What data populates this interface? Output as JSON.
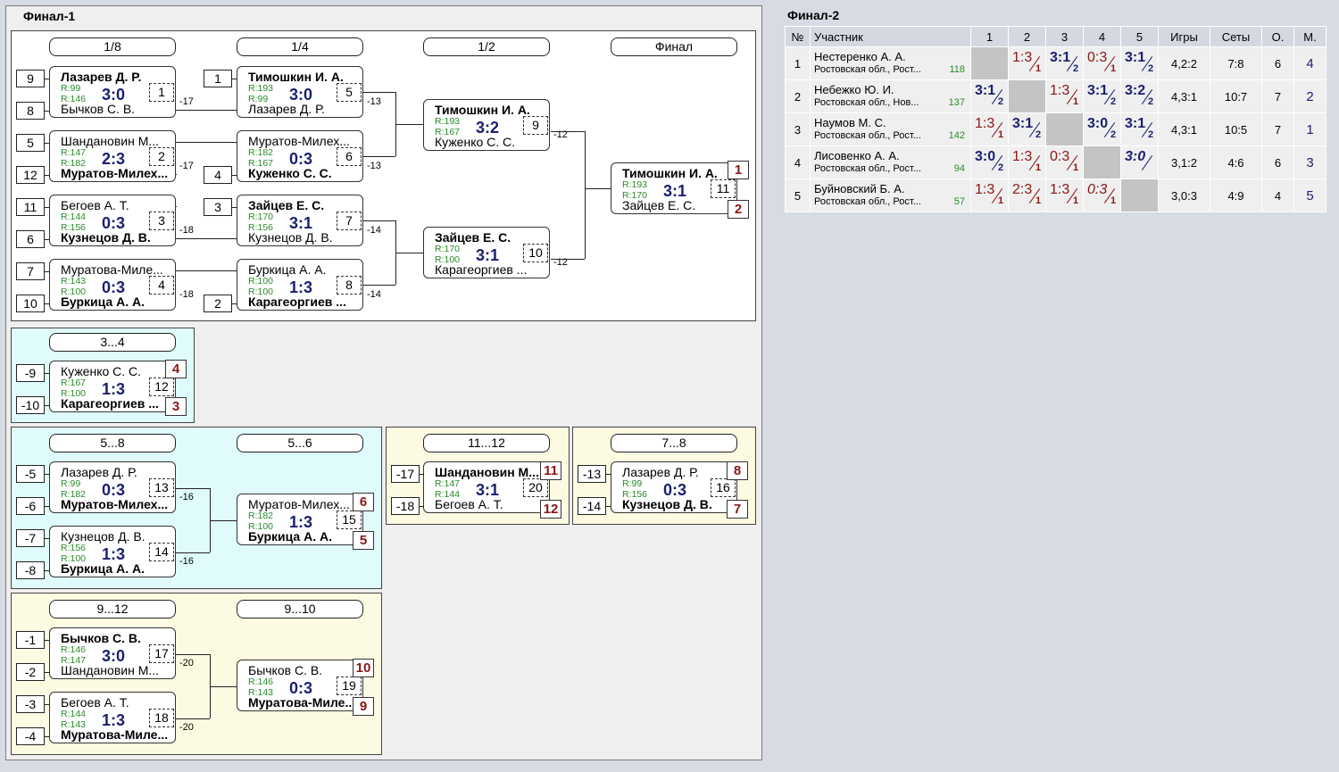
{
  "final1": {
    "title": "Финал-1",
    "rounds": [
      "1/8",
      "1/4",
      "1/2",
      "Финал"
    ],
    "round34": "3...4",
    "round58": "5...8",
    "round56": "5...6",
    "round1112": "11...12",
    "round78": "7...8",
    "round912": "9...12",
    "round910": "9...10",
    "seeds": [
      "9",
      "8",
      "5",
      "12",
      "11",
      "6",
      "7",
      "10",
      "1",
      "4",
      "3",
      "2",
      "-9",
      "-10",
      "-5",
      "-6",
      "-7",
      "-8",
      "-17",
      "-18",
      "-13",
      "-14",
      "-1",
      "-2",
      "-3",
      "-4"
    ],
    "matches": [
      {
        "p1": "Лазарев Д. Р.",
        "p2": "Бычков С. В.",
        "r1": "R:99",
        "r2": "R:146",
        "score": "3:0",
        "no": "1",
        "lose": "-17",
        "win": 1
      },
      {
        "p1": "Шандановин М...",
        "p2": "Муратов-Милех...",
        "r1": "R:147",
        "r2": "R:182",
        "score": "2:3",
        "no": "2",
        "lose": "-17",
        "win": 2
      },
      {
        "p1": "Бегоев А. Т.",
        "p2": "Кузнецов Д. В.",
        "r1": "R:144",
        "r2": "R:156",
        "score": "0:3",
        "no": "3",
        "lose": "-18",
        "win": 2
      },
      {
        "p1": "Муратова-Миле...",
        "p2": "Буркица А. А.",
        "r1": "R:143",
        "r2": "R:100",
        "score": "0:3",
        "no": "4",
        "lose": "-18",
        "win": 2
      },
      {
        "p1": "Тимошкин И. А.",
        "p2": "Лазарев Д. Р.",
        "r1": "R:193",
        "r2": "R:99",
        "score": "3:0",
        "no": "5",
        "lose": "-13",
        "win": 1
      },
      {
        "p1": "Муратов-Милех...",
        "p2": "Куженко С. С.",
        "r1": "R:182",
        "r2": "R:167",
        "score": "0:3",
        "no": "6",
        "lose": "-13",
        "win": 2
      },
      {
        "p1": "Зайцев Е. С.",
        "p2": "Кузнецов Д. В.",
        "r1": "R:170",
        "r2": "R:156",
        "score": "3:1",
        "no": "7",
        "lose": "-14",
        "win": 1
      },
      {
        "p1": "Буркица А. А.",
        "p2": "Карагеоргиев ...",
        "r1": "R:100",
        "r2": "R:100",
        "score": "1:3",
        "no": "8",
        "lose": "-14",
        "win": 2
      },
      {
        "p1": "Тимошкин И. А.",
        "p2": "Куженко С. С.",
        "r1": "R:193",
        "r2": "R:167",
        "score": "3:2",
        "no": "9",
        "lose": "-12",
        "win": 1
      },
      {
        "p1": "Зайцев Е. С.",
        "p2": "Карагеоргиев ...",
        "r1": "R:170",
        "r2": "R:100",
        "score": "3:1",
        "no": "10",
        "lose": "-12",
        "win": 1
      },
      {
        "p1": "Тимошкин И. А.",
        "p2": "Зайцев Е. С.",
        "r1": "R:193",
        "r2": "R:170",
        "score": "3:1",
        "no": "11",
        "win": 1
      },
      {
        "p1": "Куженко С. С.",
        "p2": "Карагеоргиев ...",
        "r1": "R:167",
        "r2": "R:100",
        "score": "1:3",
        "no": "12",
        "win": 2
      },
      {
        "p1": "Лазарев Д. Р.",
        "p2": "Муратов-Милех...",
        "r1": "R:99",
        "r2": "R:182",
        "score": "0:3",
        "no": "13",
        "lose": "-16",
        "win": 2
      },
      {
        "p1": "Кузнецов Д. В.",
        "p2": "Буркица А. А.",
        "r1": "R:156",
        "r2": "R:100",
        "score": "1:3",
        "no": "14",
        "lose": "-16",
        "win": 2
      },
      {
        "p1": "Муратов-Милех...",
        "p2": "Буркица А. А.",
        "r1": "R:182",
        "r2": "R:100",
        "score": "1:3",
        "no": "15",
        "win": 2
      },
      {
        "p1": "Шандановин М...",
        "p2": "Бегоев А. Т.",
        "r1": "R:147",
        "r2": "R:144",
        "score": "3:1",
        "no": "20",
        "win": 1
      },
      {
        "p1": "Лазарев Д. Р.",
        "p2": "Кузнецов Д. В.",
        "r1": "R:99",
        "r2": "R:156",
        "score": "0:3",
        "no": "16",
        "win": 2
      },
      {
        "p1": "Бычков С. В.",
        "p2": "Шандановин М...",
        "r1": "R:146",
        "r2": "R:147",
        "score": "3:0",
        "no": "17",
        "lose": "-20",
        "win": 1
      },
      {
        "p1": "Бегоев А. Т.",
        "p2": "Муратова-Миле...",
        "r1": "R:144",
        "r2": "R:143",
        "score": "1:3",
        "no": "18",
        "lose": "-20",
        "win": 2
      },
      {
        "p1": "Бычков С. В.",
        "p2": "Муратова-Миле...",
        "r1": "R:146",
        "r2": "R:143",
        "score": "0:3",
        "no": "19",
        "win": 2
      }
    ],
    "ranks": [
      "1",
      "2",
      "4",
      "3",
      "6",
      "5",
      "11",
      "12",
      "8",
      "7",
      "10",
      "9"
    ]
  },
  "final2": {
    "title": "Финал-2",
    "headers": [
      "№",
      "Участник",
      "1",
      "2",
      "3",
      "4",
      "5",
      "Игры",
      "Сеты",
      "О.",
      "М."
    ],
    "rows": [
      {
        "no": "1",
        "name": "Нестеренко А. А.",
        "region": "Ростовская обл., Рост...",
        "rating": "118",
        "cells": [
          null,
          {
            "s": "1:3",
            "w": "1",
            "t": "los"
          },
          {
            "s": "3:1",
            "w": "2",
            "t": "win"
          },
          {
            "s": "0:3",
            "w": "1",
            "t": "los"
          },
          {
            "s": "3:1",
            "w": "2",
            "t": "win"
          }
        ],
        "games": "4,2:2",
        "sets": "7:8",
        "pts": "6",
        "place": "4"
      },
      {
        "no": "2",
        "name": "Небежко Ю. И.",
        "region": "Ростовская обл., Нов...",
        "rating": "137",
        "cells": [
          {
            "s": "3:1",
            "w": "2",
            "t": "win"
          },
          null,
          {
            "s": "1:3",
            "w": "1",
            "t": "los"
          },
          {
            "s": "3:1",
            "w": "2",
            "t": "win"
          },
          {
            "s": "3:2",
            "w": "2",
            "t": "win"
          }
        ],
        "games": "4,3:1",
        "sets": "10:7",
        "pts": "7",
        "place": "2"
      },
      {
        "no": "3",
        "name": "Наумов М. С.",
        "region": "Ростовская обл., Рост...",
        "rating": "142",
        "cells": [
          {
            "s": "1:3",
            "w": "1",
            "t": "los"
          },
          {
            "s": "3:1",
            "w": "2",
            "t": "win"
          },
          null,
          {
            "s": "3:0",
            "w": "2",
            "t": "win"
          },
          {
            "s": "3:1",
            "w": "2",
            "t": "win"
          }
        ],
        "games": "4,3:1",
        "sets": "10:5",
        "pts": "7",
        "place": "1"
      },
      {
        "no": "4",
        "name": "Лисовенко А. А.",
        "region": "Ростовская обл., Рост...",
        "rating": "94",
        "cells": [
          {
            "s": "3:0",
            "w": "2",
            "t": "win"
          },
          {
            "s": "1:3",
            "w": "1",
            "t": "los"
          },
          {
            "s": "0:3",
            "w": "1",
            "t": "los"
          },
          null,
          {
            "s": "3:0",
            "w": "",
            "t": "win itl"
          }
        ],
        "games": "3,1:2",
        "sets": "4:6",
        "pts": "6",
        "place": "3"
      },
      {
        "no": "5",
        "name": "Буйновский Б. А.",
        "region": "Ростовская обл., Рост...",
        "rating": "57",
        "cells": [
          {
            "s": "1:3",
            "w": "1",
            "t": "los"
          },
          {
            "s": "2:3",
            "w": "1",
            "t": "los"
          },
          {
            "s": "1:3",
            "w": "1",
            "t": "los"
          },
          {
            "s": "0:3",
            "w": "1",
            "t": "los itl"
          },
          null
        ],
        "games": "3,0:3",
        "sets": "4:9",
        "pts": "4",
        "place": "5"
      }
    ]
  },
  "colors": {
    "score": "#1a1f70",
    "rank": "#8b1515",
    "rating": "#2b8a2b",
    "cyan": "#e0fbfc",
    "yellow": "#fcfbe2"
  }
}
